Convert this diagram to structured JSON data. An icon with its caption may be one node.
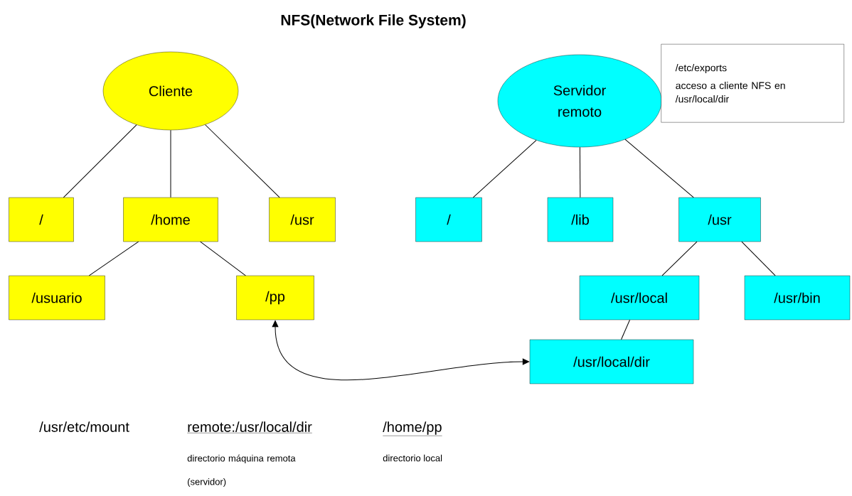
{
  "diagram": {
    "title": "NFS(Network File System)",
    "nodes": [
      {
        "text": [
          "Cliente"
        ]
      },
      {
        "text": [
          "/"
        ]
      },
      {
        "text": [
          "/home"
        ]
      },
      {
        "text": [
          "/usr"
        ]
      },
      {
        "text": [
          "/usuario"
        ]
      },
      {
        "text": [
          "/pp"
        ]
      },
      {
        "text": [
          "Servidor remoto"
        ]
      },
      {
        "text": [
          "/etc/exports",
          "acceso a cliente NFS en /usr/local/dir"
        ]
      },
      {
        "text": [
          "/"
        ]
      },
      {
        "text": [
          "/lib"
        ]
      },
      {
        "text": [
          "/usr"
        ]
      },
      {
        "text": [
          "/usr/local"
        ]
      },
      {
        "text": [
          "/usr/bin"
        ]
      },
      {
        "text": [
          "/usr/local/dir"
        ]
      }
    ],
    "edges": [
      {
        "from": 0,
        "to": 1,
        "arrow": "none"
      },
      {
        "from": 0,
        "to": 2,
        "arrow": "none"
      },
      {
        "from": 0,
        "to": 3,
        "arrow": "none"
      },
      {
        "from": 2,
        "to": 4,
        "arrow": "none"
      },
      {
        "from": 2,
        "to": 5,
        "arrow": "none"
      },
      {
        "from": 6,
        "to": 8,
        "arrow": "none"
      },
      {
        "from": 6,
        "to": 9,
        "arrow": "none"
      },
      {
        "from": 6,
        "to": 10,
        "arrow": "none"
      },
      {
        "from": 10,
        "to": 11,
        "arrow": "none"
      },
      {
        "from": 10,
        "to": 12,
        "arrow": "none"
      },
      {
        "from": 11,
        "to": 13,
        "arrow": "none"
      },
      {
        "from": 5,
        "to": 13,
        "arrow": "both"
      }
    ],
    "labels": [
      "/usr/etc/mount",
      "remote:/usr/local/dir",
      "/home/pp",
      "directorio máquina remota (servidor)",
      "directorio local"
    ]
  }
}
